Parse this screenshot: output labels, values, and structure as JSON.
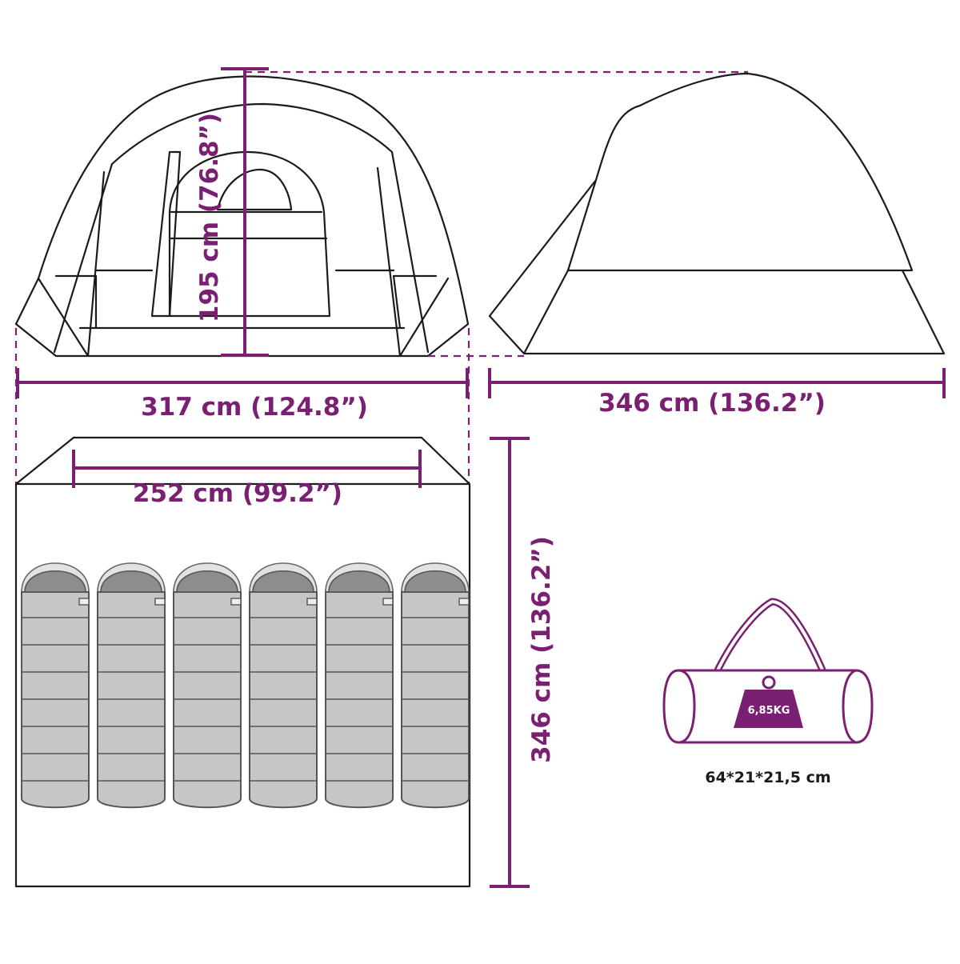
{
  "colors": {
    "accent": "#7a1f72",
    "outline": "#1b1b1b",
    "bag_fill": "#c6c6c6",
    "bag_head": "#8d8d8d"
  },
  "front_view": {
    "height_label": "195 cm (76.8”)",
    "width_label": "317 cm (124.8”)"
  },
  "side_view": {
    "length_label": "346 cm (136.2”)"
  },
  "floor_plan": {
    "inner_width_label": "252 cm (99.2”)",
    "length_label": "346 cm (136.2”)",
    "sleeping_bags": 6
  },
  "carry_bag": {
    "weight_label": "6,85KG",
    "size_label": "64*21*21,5 cm",
    "icons": [
      "carry-bag-icon",
      "weight-icon"
    ]
  }
}
